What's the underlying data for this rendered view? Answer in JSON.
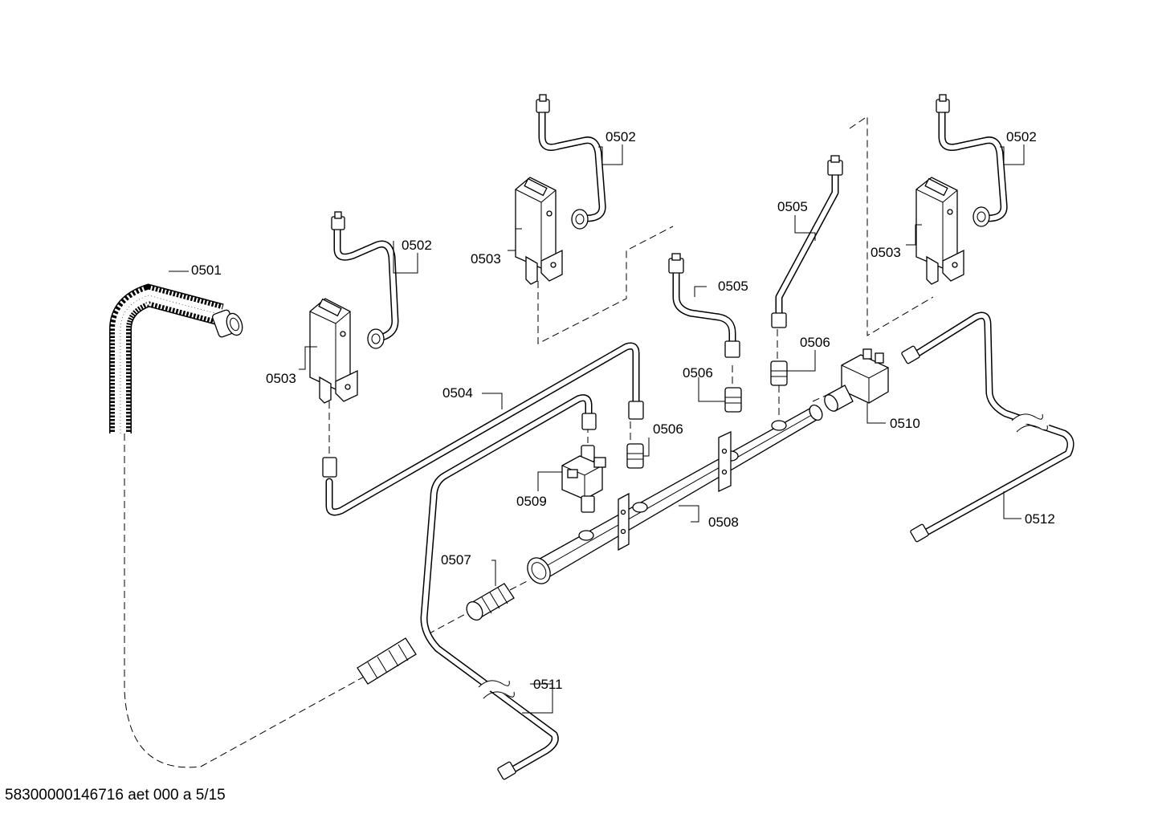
{
  "labels": {
    "l0501": "0501",
    "l0502a": "0502",
    "l0502b": "0502",
    "l0502c": "0502",
    "l0503a": "0503",
    "l0503b": "0503",
    "l0503c": "0503",
    "l0504": "0504",
    "l0505a": "0505",
    "l0505b": "0505",
    "l0506a": "0506",
    "l0506b": "0506",
    "l0506c": "0506",
    "l0507": "0507",
    "l0508": "0508",
    "l0509": "0509",
    "l0510": "0510",
    "l0511": "0511",
    "l0512": "0512"
  },
  "footer": "58300000146716 aet 000 a 5/15"
}
